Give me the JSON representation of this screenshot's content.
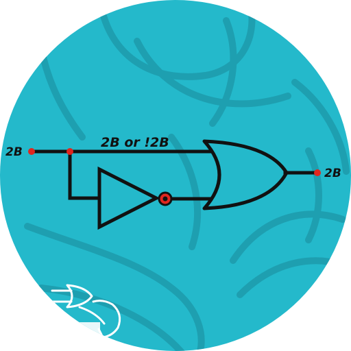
{
  "diagram": {
    "input_label": "2B",
    "output_label": "2B",
    "wire_label": "2B or !2B"
  },
  "colors": {
    "background": "#24b9cb",
    "watermark": "#1e9fb0",
    "wire": "#111111",
    "node": "#e0261f",
    "logo": "#ffffff"
  },
  "icons": {
    "logo": "or-gate-logo-icon"
  }
}
